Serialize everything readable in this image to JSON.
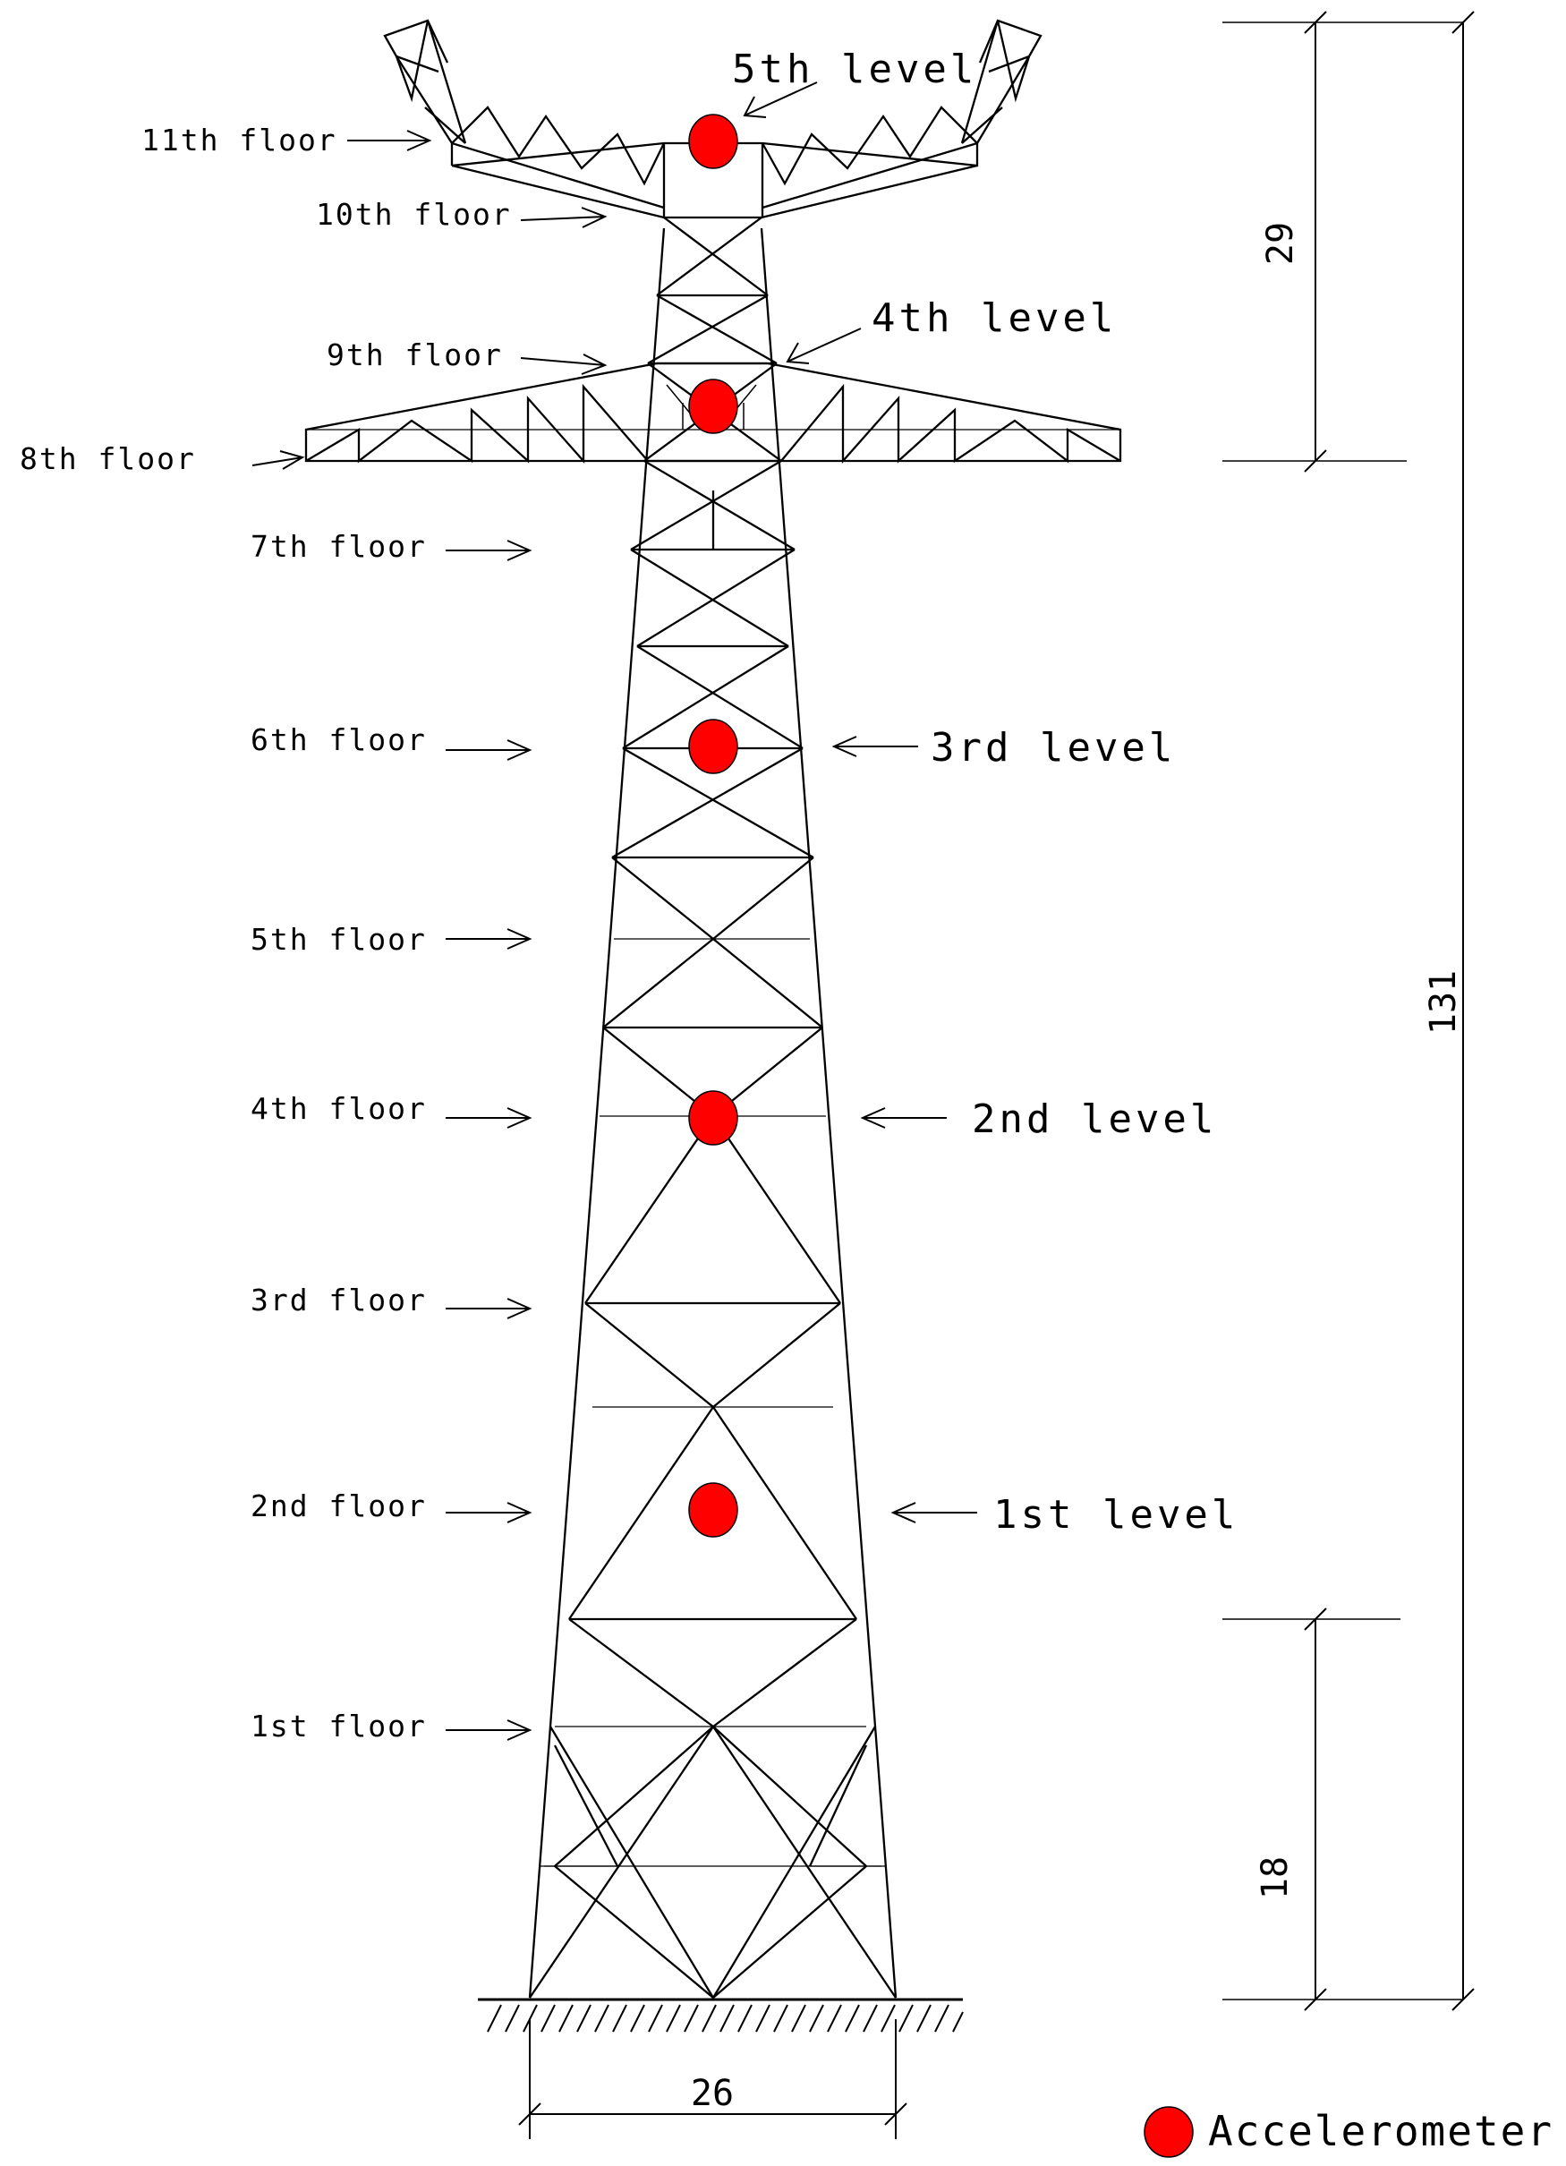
{
  "floors": [
    "11th floor",
    "10th floor",
    "9th floor",
    "8th floor",
    "7th floor",
    "6th floor",
    "5th floor",
    "4th floor",
    "3rd floor",
    "2nd floor",
    "1st floor"
  ],
  "levels": [
    "5th level",
    "4th level",
    "3rd level",
    "2nd level",
    "1st level"
  ],
  "dimensions": {
    "top_arm_height": "29",
    "total_height": "131",
    "base_panel_height": "18",
    "base_width": "26"
  },
  "legend": {
    "label": "Accelerometer"
  },
  "colors": {
    "sensor": "#ff0000",
    "line": "#000000"
  }
}
